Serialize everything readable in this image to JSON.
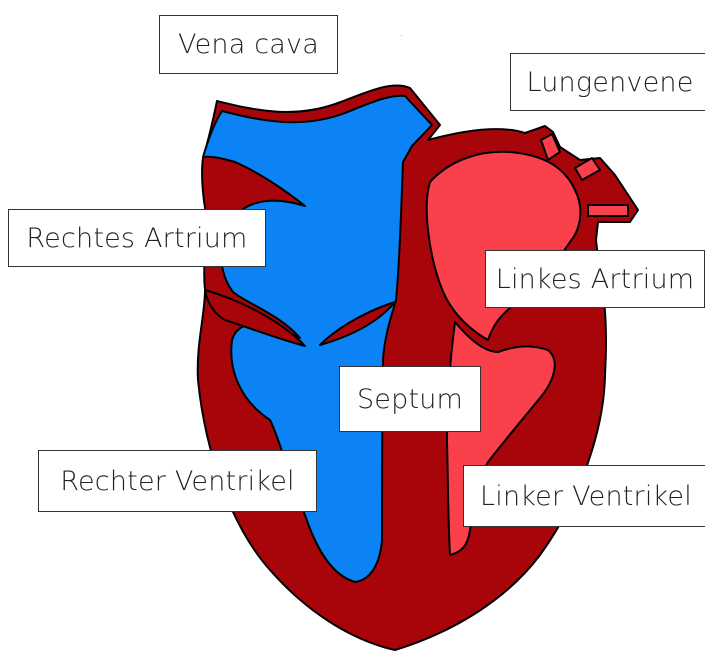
{
  "labels": {
    "vena_cava": "Vena cava",
    "lungenvene": "Lungenvene",
    "rechtes_atrium": "Rechtes Artrium",
    "linkes_atrium": "Linkes Artrium",
    "septum": "Septum",
    "rechter_ventrikel": "Rechter Ventrikel",
    "linker_ventrikel": "Linker Ventrikel"
  },
  "colors": {
    "muscle": "#a8050b",
    "deoxygenated": "#0b83f5",
    "oxygenated": "#f9404b",
    "outline": "#000000"
  }
}
